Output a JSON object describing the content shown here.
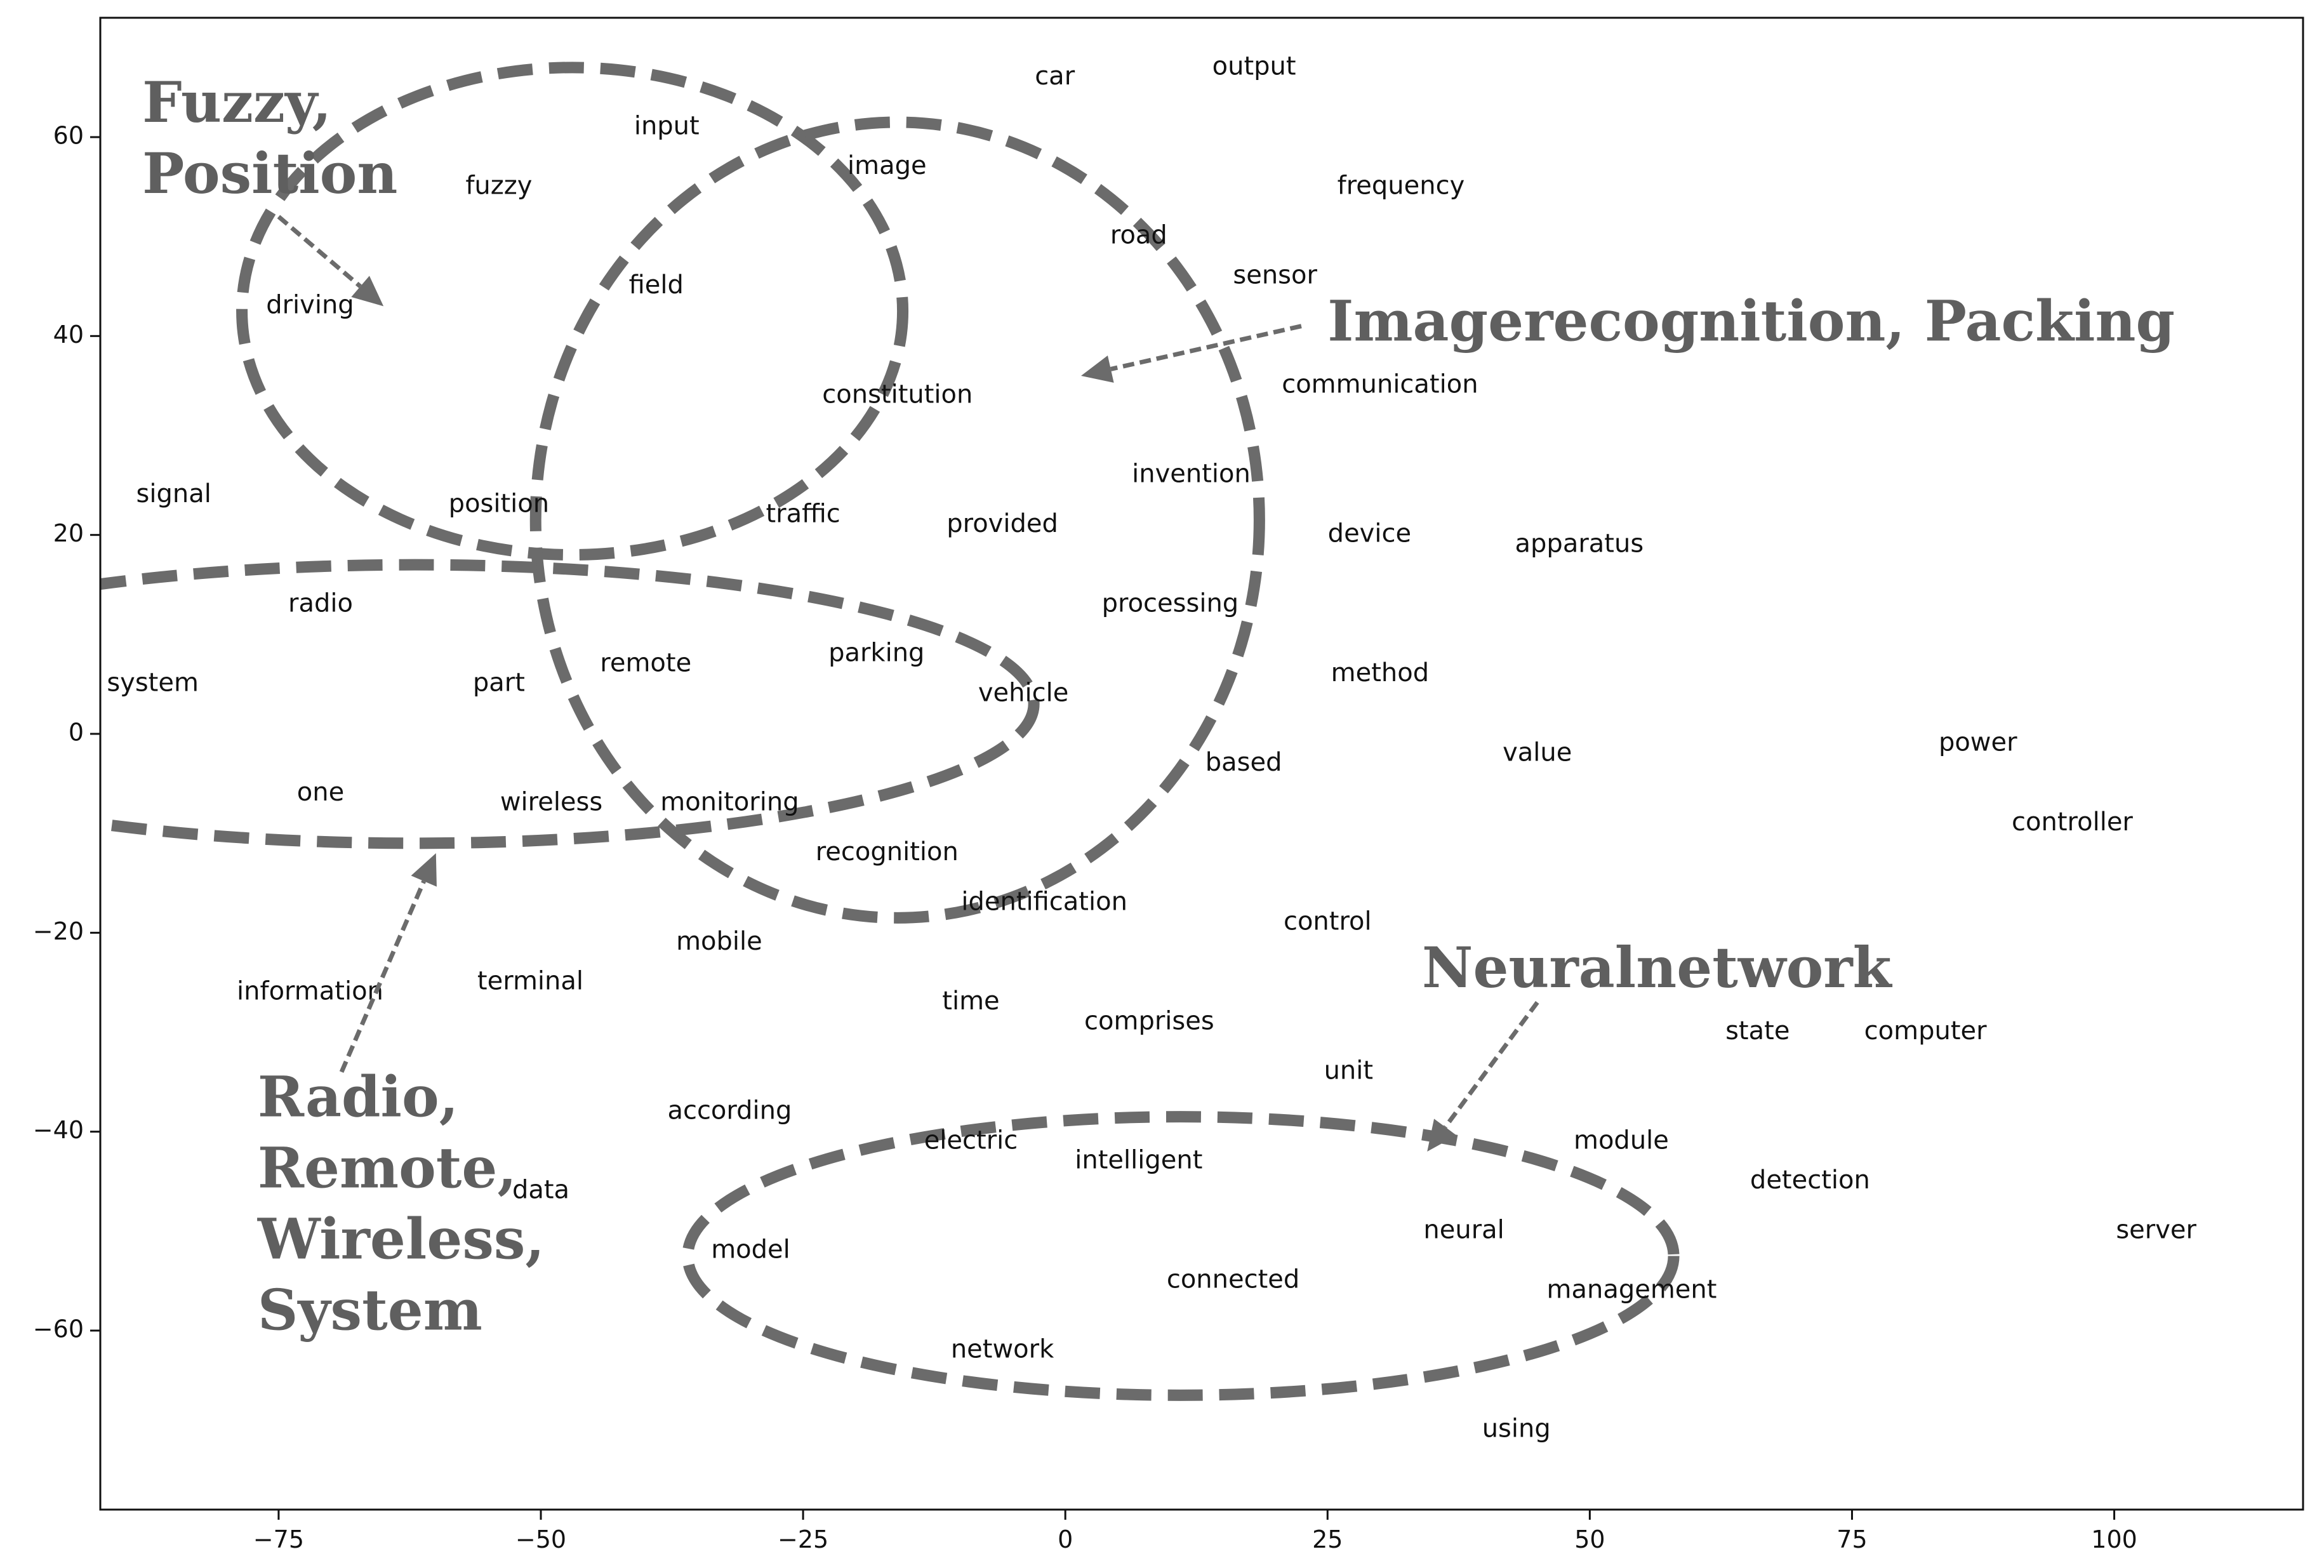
{
  "chart_data": {
    "type": "scatter",
    "xlim": [
      -92,
      118
    ],
    "ylim": [
      -78,
      72
    ],
    "xticks": [
      -75,
      -50,
      -25,
      0,
      25,
      50,
      75,
      100
    ],
    "yticks": [
      -60,
      -40,
      -20,
      0,
      20,
      40,
      60
    ],
    "xtick_labels": [
      "−75",
      "−50",
      "−25",
      "0",
      "25",
      "50",
      "75",
      "100"
    ],
    "ytick_labels": [
      "−60",
      "−40",
      "−20",
      "0",
      "20",
      "40",
      "60"
    ],
    "points": [
      {
        "label": "car",
        "x": -1,
        "y": 66
      },
      {
        "label": "output",
        "x": 18,
        "y": 67
      },
      {
        "label": "input",
        "x": -38,
        "y": 61
      },
      {
        "label": "image",
        "x": -17,
        "y": 57
      },
      {
        "label": "fuzzy",
        "x": -54,
        "y": 55
      },
      {
        "label": "frequency",
        "x": 32,
        "y": 55
      },
      {
        "label": "road",
        "x": 7,
        "y": 50
      },
      {
        "label": "sensor",
        "x": 20,
        "y": 46
      },
      {
        "label": "field",
        "x": -39,
        "y": 45
      },
      {
        "label": "driving",
        "x": -72,
        "y": 43
      },
      {
        "label": "communication",
        "x": 30,
        "y": 35
      },
      {
        "label": "constitution",
        "x": -16,
        "y": 34
      },
      {
        "label": "signal",
        "x": -85,
        "y": 24
      },
      {
        "label": "invention",
        "x": 12,
        "y": 26
      },
      {
        "label": "position",
        "x": -54,
        "y": 23
      },
      {
        "label": "traffic",
        "x": -25,
        "y": 22
      },
      {
        "label": "provided",
        "x": -6,
        "y": 21
      },
      {
        "label": "device",
        "x": 29,
        "y": 20
      },
      {
        "label": "apparatus",
        "x": 49,
        "y": 19
      },
      {
        "label": "radio",
        "x": -71,
        "y": 13
      },
      {
        "label": "processing",
        "x": 10,
        "y": 13
      },
      {
        "label": "parking",
        "x": -18,
        "y": 8
      },
      {
        "label": "remote",
        "x": -40,
        "y": 7
      },
      {
        "label": "system",
        "x": -87,
        "y": 5
      },
      {
        "label": "part",
        "x": -54,
        "y": 5
      },
      {
        "label": "method",
        "x": 30,
        "y": 6
      },
      {
        "label": "vehicle",
        "x": -4,
        "y": 4
      },
      {
        "label": "based",
        "x": 17,
        "y": -3
      },
      {
        "label": "value",
        "x": 45,
        "y": -2
      },
      {
        "label": "power",
        "x": 87,
        "y": -1
      },
      {
        "label": "one",
        "x": -71,
        "y": -6
      },
      {
        "label": "wireless",
        "x": -49,
        "y": -7
      },
      {
        "label": "monitoring",
        "x": -32,
        "y": -7
      },
      {
        "label": "controller",
        "x": 96,
        "y": -9
      },
      {
        "label": "recognition",
        "x": -17,
        "y": -12
      },
      {
        "label": "identification",
        "x": -2,
        "y": -17
      },
      {
        "label": "control",
        "x": 25,
        "y": -19
      },
      {
        "label": "mobile",
        "x": -33,
        "y": -21
      },
      {
        "label": "information",
        "x": -72,
        "y": -26
      },
      {
        "label": "terminal",
        "x": -51,
        "y": -25
      },
      {
        "label": "time",
        "x": -9,
        "y": -27
      },
      {
        "label": "comprises",
        "x": 8,
        "y": -29
      },
      {
        "label": "state",
        "x": 66,
        "y": -30
      },
      {
        "label": "computer",
        "x": 82,
        "y": -30
      },
      {
        "label": "unit",
        "x": 27,
        "y": -34
      },
      {
        "label": "according",
        "x": -32,
        "y": -38
      },
      {
        "label": "electric",
        "x": -9,
        "y": -41
      },
      {
        "label": "module",
        "x": 53,
        "y": -41
      },
      {
        "label": "intelligent",
        "x": 7,
        "y": -43
      },
      {
        "label": "detection",
        "x": 71,
        "y": -45
      },
      {
        "label": "data",
        "x": -50,
        "y": -46
      },
      {
        "label": "neural",
        "x": 38,
        "y": -50
      },
      {
        "label": "server",
        "x": 104,
        "y": -50
      },
      {
        "label": "model",
        "x": -30,
        "y": -52
      },
      {
        "label": "connected",
        "x": 16,
        "y": -55
      },
      {
        "label": "management",
        "x": 54,
        "y": -56
      },
      {
        "label": "network",
        "x": -6,
        "y": -62
      },
      {
        "label": "using",
        "x": 43,
        "y": -70
      }
    ],
    "clusters": [
      {
        "cx": -47,
        "cy": 42.5,
        "rx": 31.5,
        "ry": 24.5,
        "rotate": 0
      },
      {
        "cx": -16,
        "cy": 21.5,
        "rx": 34.5,
        "ry": 40,
        "rotate": 0
      },
      {
        "cx": -62,
        "cy": 3,
        "rx": 59,
        "ry": 14,
        "rotate": 0
      },
      {
        "cx": 11,
        "cy": -52.5,
        "rx": 47,
        "ry": 14,
        "rotate": 0
      }
    ],
    "annotations": [
      {
        "lines": [
          "Fuzzy,",
          "Position"
        ],
        "x": -88,
        "y": 63,
        "arrow": {
          "from": [
            -75,
            52
          ],
          "to": [
            -65,
            43
          ]
        }
      },
      {
        "lines": [
          "Imagerecognition, Packing"
        ],
        "x": 25,
        "y": 41,
        "arrow": {
          "from": [
            22.5,
            41
          ],
          "to": [
            1.5,
            36
          ]
        }
      },
      {
        "lines": [
          "Radio,",
          "Remote,",
          "Wireless,",
          "System"
        ],
        "x": -77,
        "y": -37,
        "arrow": {
          "from": [
            -69,
            -34
          ],
          "to": [
            -60,
            -12
          ]
        }
      },
      {
        "lines": [
          "Neuralnetwork"
        ],
        "x": 34,
        "y": -24,
        "arrow": {
          "from": [
            45,
            -27
          ],
          "to": [
            34.5,
            -42
          ]
        }
      }
    ]
  }
}
